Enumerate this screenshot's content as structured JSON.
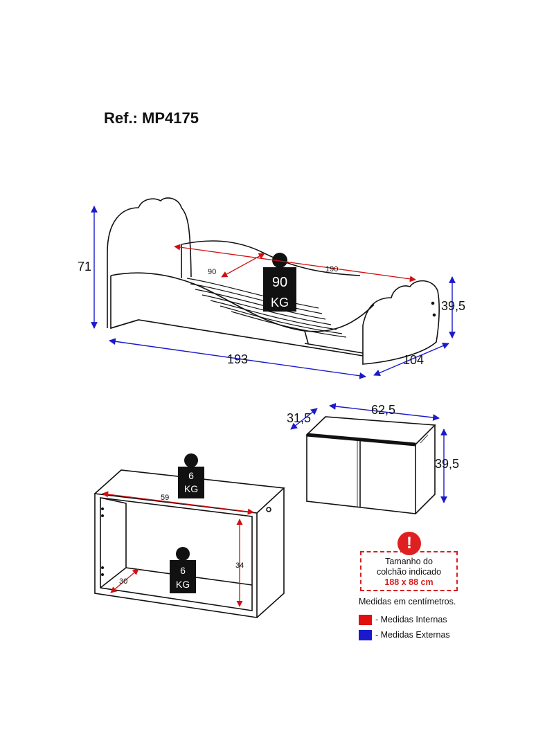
{
  "reference": "Ref.: MP4175",
  "bed": {
    "height_label": "71",
    "length_label": "193",
    "width_label": "104",
    "foot_height_label": "39,5",
    "inner_width_label": "90",
    "inner_length_label": "190",
    "weight_top": "90",
    "weight_bottom": "KG"
  },
  "cabinet": {
    "depth_label": "31,5",
    "width_label": "62,5",
    "height_label": "39,5"
  },
  "shelf": {
    "inner_width_label": "59",
    "inner_height_label": "34",
    "inner_depth_label": "30",
    "top_weight_top": "6",
    "top_weight_bottom": "KG",
    "inner_weight_top": "6",
    "inner_weight_bottom": "KG"
  },
  "notice": {
    "icon": "exclamation-icon",
    "line1": "Tamanho do",
    "line2": "colchão indicado",
    "size": "188 x 88 cm"
  },
  "legend": {
    "title": "Medidas em centímetros.",
    "internal": "- Medidas Internas",
    "external": "- Medidas Externas",
    "internal_color": "#e01010",
    "external_color": "#1a1acc"
  }
}
